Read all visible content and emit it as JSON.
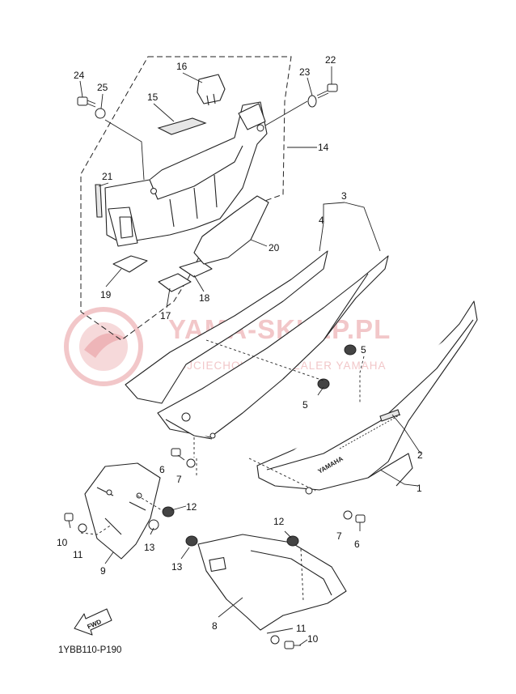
{
  "diagram_code": "1YBB110-P190",
  "fwd_label": "FWD",
  "brand_mark": "YAMAHA",
  "watermark": {
    "title": "YAMA-SKLEP.PL",
    "subtitle": "WOJCIECHOWSKI - DEALER YAMAHA",
    "color": "#f2c7c9"
  },
  "callouts": [
    {
      "id": "c1",
      "text": "1"
    },
    {
      "id": "c2",
      "text": "2"
    },
    {
      "id": "c3",
      "text": "3"
    },
    {
      "id": "c4",
      "text": "4"
    },
    {
      "id": "c5a",
      "text": "5"
    },
    {
      "id": "c5b",
      "text": "5"
    },
    {
      "id": "c6a",
      "text": "6"
    },
    {
      "id": "c6b",
      "text": "6"
    },
    {
      "id": "c7a",
      "text": "7"
    },
    {
      "id": "c7b",
      "text": "7"
    },
    {
      "id": "c8",
      "text": "8"
    },
    {
      "id": "c9",
      "text": "9"
    },
    {
      "id": "c10a",
      "text": "10"
    },
    {
      "id": "c10b",
      "text": "10"
    },
    {
      "id": "c11a",
      "text": "11"
    },
    {
      "id": "c11b",
      "text": "11"
    },
    {
      "id": "c12a",
      "text": "12"
    },
    {
      "id": "c12b",
      "text": "12"
    },
    {
      "id": "c13a",
      "text": "13"
    },
    {
      "id": "c13b",
      "text": "13"
    },
    {
      "id": "c14",
      "text": "14"
    },
    {
      "id": "c15",
      "text": "15"
    },
    {
      "id": "c16",
      "text": "16"
    },
    {
      "id": "c17",
      "text": "17"
    },
    {
      "id": "c18",
      "text": "18"
    },
    {
      "id": "c19",
      "text": "19"
    },
    {
      "id": "c20",
      "text": "20"
    },
    {
      "id": "c21",
      "text": "21"
    },
    {
      "id": "c22",
      "text": "22"
    },
    {
      "id": "c23",
      "text": "23"
    },
    {
      "id": "c24",
      "text": "24"
    },
    {
      "id": "c25",
      "text": "25"
    }
  ]
}
